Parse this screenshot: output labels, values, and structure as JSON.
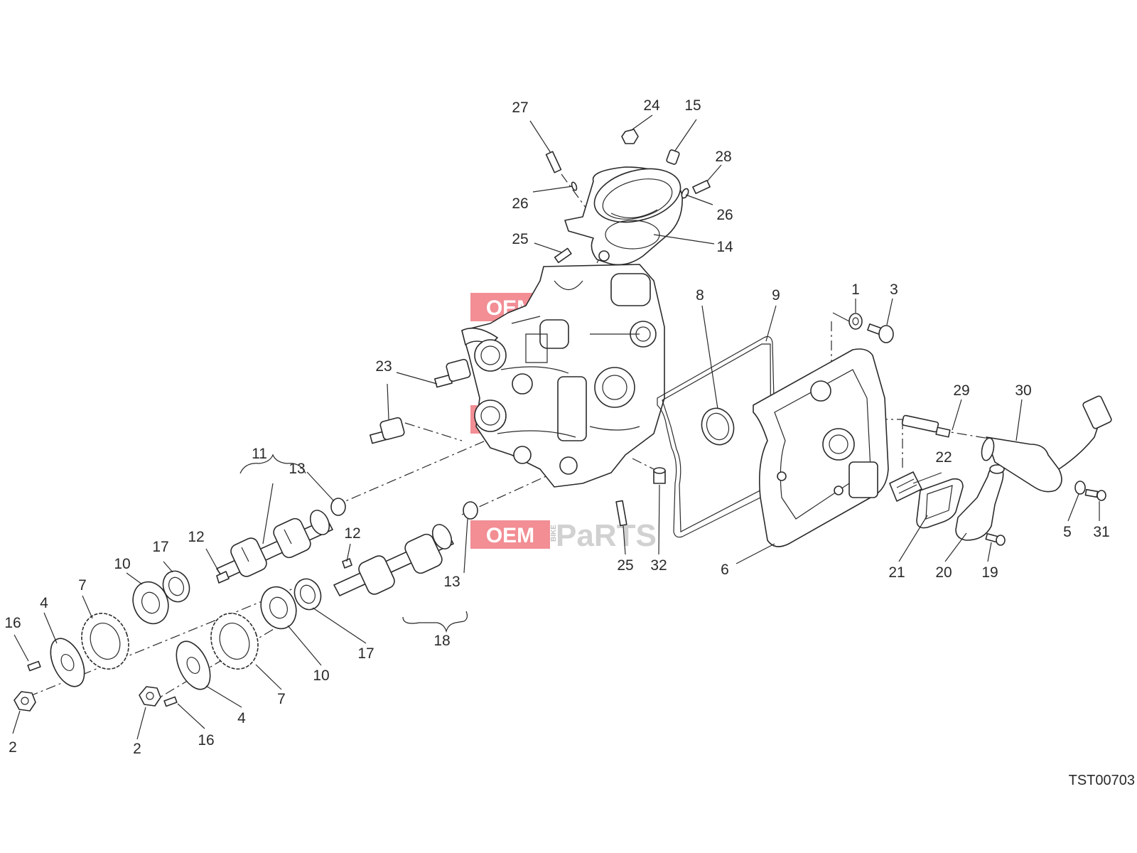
{
  "diagram": {
    "reference_code": "TST00703",
    "watermark": {
      "oem": "OEM",
      "bike": "BIKE",
      "parts": "PaRTS"
    },
    "callouts": [
      {
        "id": "c1",
        "label": "1"
      },
      {
        "id": "c3",
        "label": "3"
      },
      {
        "id": "c27",
        "label": "27"
      },
      {
        "id": "c24",
        "label": "24"
      },
      {
        "id": "c15",
        "label": "15"
      },
      {
        "id": "c28",
        "label": "28"
      },
      {
        "id": "c26a",
        "label": "26"
      },
      {
        "id": "c26b",
        "label": "26"
      },
      {
        "id": "c25a",
        "label": "25"
      },
      {
        "id": "c14",
        "label": "14"
      },
      {
        "id": "c8",
        "label": "8"
      },
      {
        "id": "c9",
        "label": "9"
      },
      {
        "id": "c23",
        "label": "23"
      },
      {
        "id": "c29",
        "label": "29"
      },
      {
        "id": "c30",
        "label": "30"
      },
      {
        "id": "c11",
        "label": "11"
      },
      {
        "id": "c13a",
        "label": "13"
      },
      {
        "id": "c22",
        "label": "22"
      },
      {
        "id": "c12a",
        "label": "12"
      },
      {
        "id": "c12b",
        "label": "12"
      },
      {
        "id": "c17a",
        "label": "17"
      },
      {
        "id": "c10a",
        "label": "10"
      },
      {
        "id": "c7a",
        "label": "7"
      },
      {
        "id": "c4a",
        "label": "4"
      },
      {
        "id": "c16a",
        "label": "16"
      },
      {
        "id": "c25b",
        "label": "25"
      },
      {
        "id": "c32",
        "label": "32"
      },
      {
        "id": "c6",
        "label": "6"
      },
      {
        "id": "c21",
        "label": "21"
      },
      {
        "id": "c20",
        "label": "20"
      },
      {
        "id": "c19",
        "label": "19"
      },
      {
        "id": "c5",
        "label": "5"
      },
      {
        "id": "c31",
        "label": "31"
      },
      {
        "id": "c13b",
        "label": "13"
      },
      {
        "id": "c18",
        "label": "18"
      },
      {
        "id": "c17b",
        "label": "17"
      },
      {
        "id": "c10b",
        "label": "10"
      },
      {
        "id": "c7b",
        "label": "7"
      },
      {
        "id": "c4b",
        "label": "4"
      },
      {
        "id": "c16b",
        "label": "16"
      },
      {
        "id": "c2a",
        "label": "2"
      },
      {
        "id": "c2b",
        "label": "2"
      }
    ]
  }
}
